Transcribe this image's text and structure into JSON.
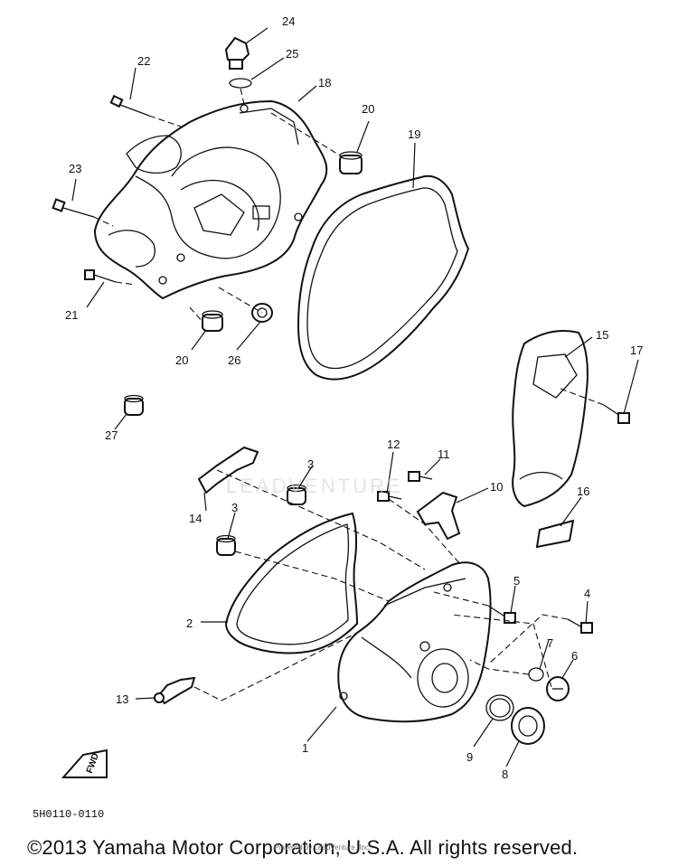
{
  "diagram": {
    "title": "",
    "part_labels": [
      "1",
      "2",
      "3",
      "3",
      "4",
      "5",
      "6",
      "7",
      "8",
      "9",
      "10",
      "11",
      "12",
      "13",
      "14",
      "15",
      "16",
      "17",
      "18",
      "19",
      "20",
      "20",
      "21",
      "22",
      "23",
      "24",
      "25",
      "26",
      "27"
    ],
    "fwd_label": "FWD",
    "diagram_code": "5H0110-0110",
    "copyright": "©2013 Yamaha Motor Corporation, U.S.A. All rights reserved.",
    "watermark": "LEADVENTURE",
    "small_note": "Powered by LeadVenture, Inc."
  }
}
